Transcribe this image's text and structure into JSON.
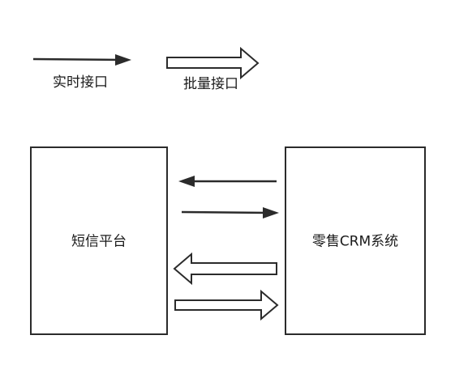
{
  "legend": {
    "realtime_label": "实时接口",
    "batch_label": "批量接口"
  },
  "nodes": {
    "sms_platform": "短信平台",
    "retail_crm": "零售CRM系统"
  },
  "colors": {
    "stroke": "#2b2b2b",
    "text": "#1a1a1a",
    "background": "#ffffff"
  }
}
